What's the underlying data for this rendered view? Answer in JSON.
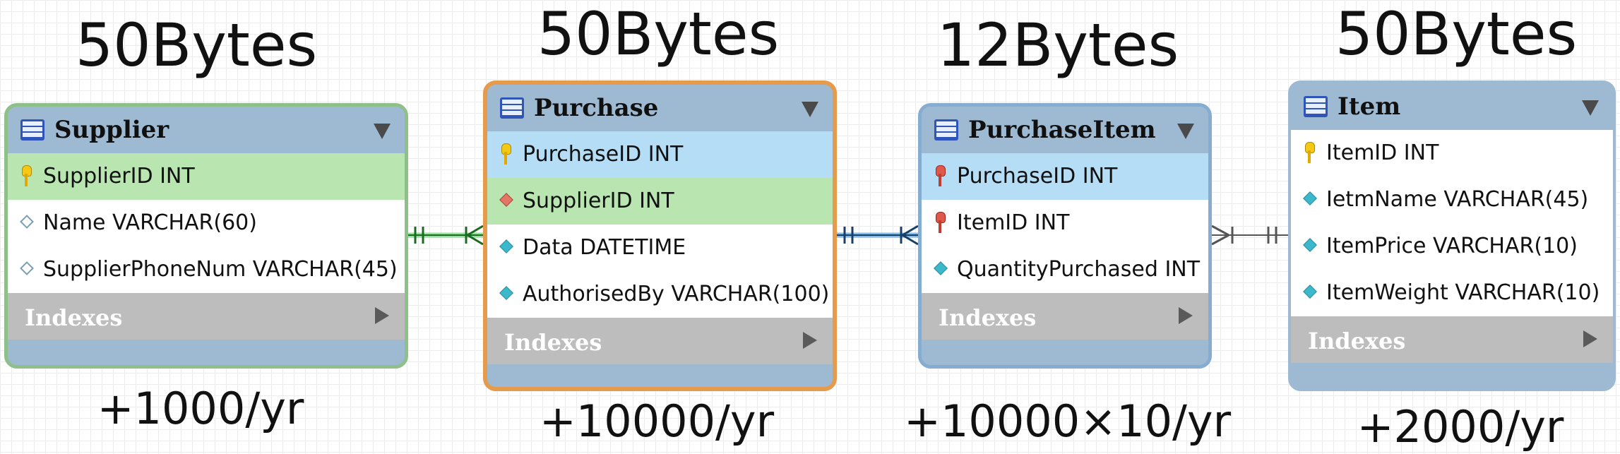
{
  "entities": [
    {
      "name": "Supplier",
      "size": "50Bytes",
      "growth": "+1000/yr",
      "border_color": "#8fc08a",
      "columns": [
        {
          "text": "SupplierID INT",
          "icon": "key-icon",
          "highlight": "green"
        },
        {
          "text": "Name VARCHAR(60)",
          "icon": "hollow-diamond-icon",
          "highlight": "none"
        },
        {
          "text": "SupplierPhoneNum VARCHAR(45)",
          "icon": "hollow-diamond-icon",
          "highlight": "none"
        }
      ],
      "indexes_label": "Indexes"
    },
    {
      "name": "Purchase",
      "size": "50Bytes",
      "growth": "+10000/yr",
      "border_color": "#e59a4c",
      "columns": [
        {
          "text": "PurchaseID INT",
          "icon": "key-icon",
          "highlight": "blue"
        },
        {
          "text": "SupplierID INT",
          "icon": "red-diamond-icon",
          "highlight": "green"
        },
        {
          "text": "Data DATETIME",
          "icon": "teal-diamond-icon",
          "highlight": "none"
        },
        {
          "text": "AuthorisedBy VARCHAR(100)",
          "icon": "teal-diamond-icon",
          "highlight": "none"
        }
      ],
      "indexes_label": "Indexes"
    },
    {
      "name": "PurchaseItem",
      "size": "12Bytes",
      "growth": "+10000×10/yr",
      "border_color": "#86acd0",
      "columns": [
        {
          "text": "PurchaseID INT",
          "icon": "red-key-icon",
          "highlight": "blue"
        },
        {
          "text": "ItemID INT",
          "icon": "red-key-icon",
          "highlight": "none"
        },
        {
          "text": "QuantityPurchased INT",
          "icon": "teal-diamond-icon",
          "highlight": "none"
        }
      ],
      "indexes_label": "Indexes"
    },
    {
      "name": "Item",
      "size": "50Bytes",
      "growth": "+2000/yr",
      "border_color": "#9dbad2",
      "columns": [
        {
          "text": "ItemID INT",
          "icon": "key-icon",
          "highlight": "none"
        },
        {
          "text": "IetmName VARCHAR(45)",
          "icon": "teal-diamond-icon",
          "highlight": "none"
        },
        {
          "text": "ItemPrice VARCHAR(10)",
          "icon": "teal-diamond-icon",
          "highlight": "none"
        },
        {
          "text": "ItemWeight VARCHAR(10)",
          "icon": "teal-diamond-icon",
          "highlight": "none"
        }
      ],
      "indexes_label": "Indexes"
    }
  ],
  "relationships": [
    {
      "from": "Supplier",
      "to": "Purchase",
      "color": "#3cc94a",
      "cardinality": "one-to-many"
    },
    {
      "from": "Purchase",
      "to": "PurchaseItem",
      "color": "#2f8fd8",
      "cardinality": "one-to-many"
    },
    {
      "from": "PurchaseItem",
      "to": "Item",
      "color": "#555555",
      "cardinality": "many-to-one"
    }
  ],
  "colors": {
    "header": "#9dbad2",
    "pk_highlight": "#b5ddf6",
    "fk_highlight": "#b9e6b0",
    "indexes_bar": "#bdbdbd"
  }
}
